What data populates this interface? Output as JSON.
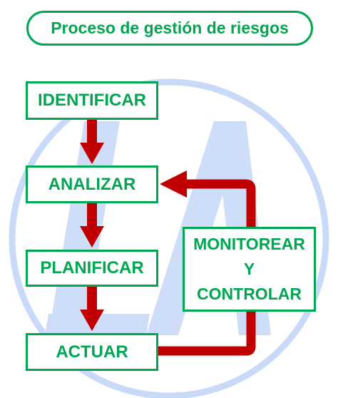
{
  "title": "Proceso de gestión de riesgos",
  "steps": {
    "identificar": "IDENTIFICAR",
    "analizar": "ANALIZAR",
    "planificar": "PLANIFICAR",
    "actuar": "ACTUAR"
  },
  "monitor": {
    "line1": "MONITOREAR",
    "line2": "Y",
    "line3": "CONTROLAR"
  },
  "watermark_text": "LA",
  "colors": {
    "box_border": "#00a651",
    "text": "#00a651",
    "arrow": "#c00000",
    "watermark": "#c9daf8"
  }
}
